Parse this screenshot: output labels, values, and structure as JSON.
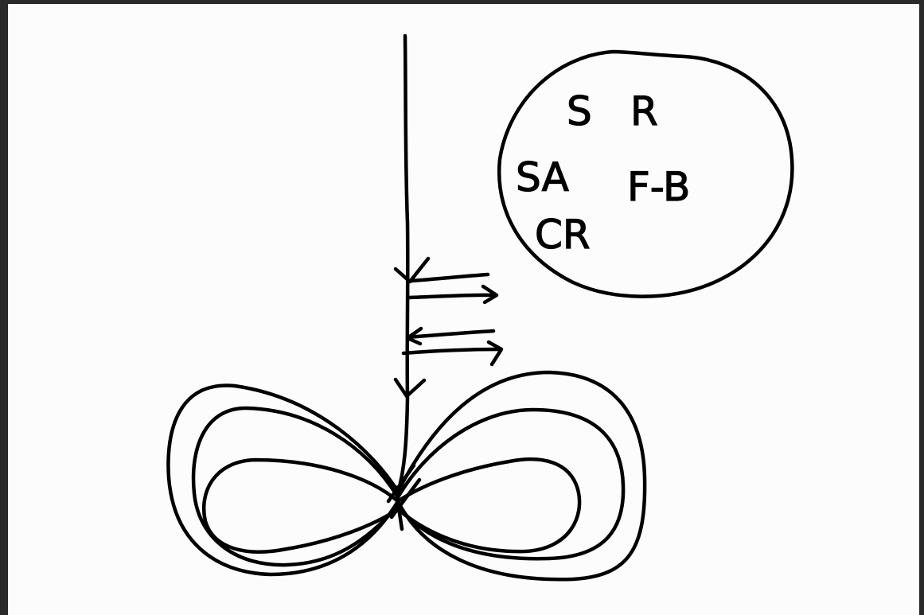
{
  "diagram": {
    "labels": [
      "S",
      "R",
      "SA",
      "F-B",
      "CR"
    ]
  },
  "colors": {
    "background": "#fcfcfc",
    "ink": "#000000",
    "frame": "#2a2a2a"
  }
}
